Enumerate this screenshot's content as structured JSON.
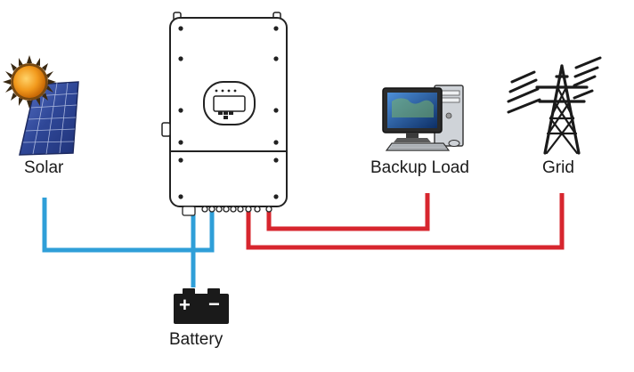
{
  "labels": {
    "solar": "Solar",
    "backup_load": "Backup Load",
    "grid": "Grid",
    "battery": "Battery",
    "battery_plus": "+",
    "battery_minus": "−"
  },
  "colors": {
    "dc_wire": "#2f9fd8",
    "ac_wire": "#d7262e",
    "outline": "#222222",
    "panel_blue": "#3852a6",
    "sun_orange": "#f39a1e",
    "battery_body": "#1a1a1a"
  },
  "icons": [
    "solar-panel-icon",
    "sun-icon",
    "inverter-icon",
    "computer-icon",
    "power-tower-icon",
    "battery-icon"
  ]
}
